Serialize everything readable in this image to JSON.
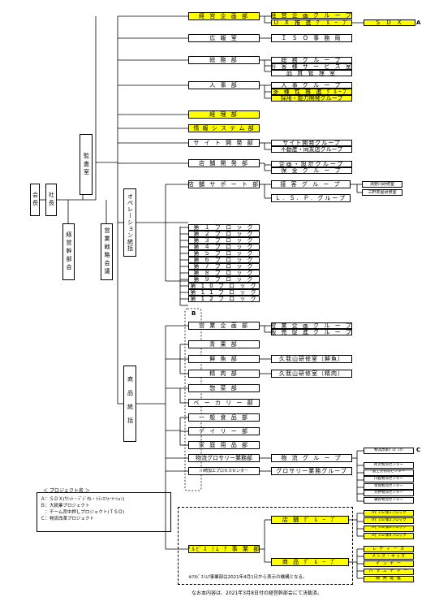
{
  "top": {
    "chairman": "会長",
    "president": "社長",
    "auditor": "監査室",
    "executive_board": "経営幹部会",
    "sales_strategy": "営業戦略会議"
  },
  "departments": {
    "keiei": "経 営 企 画 部",
    "koho": "広 報 室",
    "somu": "総 務 部",
    "jinji": "人 事 部",
    "keiri": "経 理 部",
    "joho": "情 報 シ ス テ ム 部",
    "site": "サ イ ト 開 発 部",
    "tenpo_kaihatsu": "店 舗 開 発 部"
  },
  "groups": {
    "keiei_plan": "経 営 企 画 グ ル ー プ",
    "dx": "Ｄ Ｘ 推 進 ｸﾞ ﾙ ｰ ﾌﾟ",
    "sdx": "Ｓ Ｄ Ｘ",
    "iso": "Ｉ Ｓ Ｏ 事 務 局",
    "somu_g": "総 務 グ ル ー プ",
    "okyaku": "お 客 様 サ ー ビ ス 室",
    "hinshitsu": "品 質 管 理 室",
    "jinji_g": "人 事 グ ル ー プ",
    "tayosei": "多 様 性 推 進 ｸﾞﾙｰﾌﾟ",
    "saiyo": "採用・能力開発グループ",
    "site_g": "サイト開発グループ",
    "fudosan": "不動産・同友店グループ",
    "kikaku_sekkei": "企画・設計グループ",
    "hozen": "保 全 グ ル ー プ"
  },
  "operation": {
    "head": "オペレーション統括",
    "support": "店 舗 サ ポ ー ト 部",
    "sekkyaku": "接 客 グ ル ー プ",
    "lsp": "Ｌ. Ｓ. Ｐ. グループ",
    "takino": "滝野川研修室",
    "sangenjaya": "三軒茶屋研修室",
    "blocks": [
      "第 １ ブ ロ ッ ク",
      "第 ２ ブ ロ ッ ク",
      "第 ３ ブ ロ ッ ク",
      "第 ４ ブ ロ ッ ク",
      "第 ５ ブ ロ ッ ク",
      "第 ６ ブ ロ ッ ク",
      "第 ７ ブ ロ ッ ク",
      "第 ８ ブ ロ ッ ク",
      "第 ９ ブ ロ ッ ク",
      "第 1 0 ブ ロ ッ ク",
      "第 1 1 ブ ロ ッ ク",
      "第 1 2 ブ ロ ッ ク"
    ]
  },
  "merch": {
    "head": "商品統括",
    "eigyo_kikaku": "営 業 企 画 部",
    "eigyo_plan_g": "営 業 企 画 グ ル ー プ",
    "hansoku_g": "販 売 促 進 グ ル ー プ",
    "seika": "青 果 部",
    "sengyo": "鮮 魚 部",
    "sengyo_lab": "久我山研修室（鮮魚）",
    "seiniku": "精 肉 部",
    "seiniku_lab": "久我山研修室（精肉）",
    "sozai": "惣 菜 部",
    "bakery": "ベ ー カ リ ー 部",
    "ippan": "一 般 食 品 部",
    "daily": "デ イ リ ー 部",
    "katei": "家 庭 用 品 部",
    "butsuryu_dept": "物流グロサリー業務部",
    "kawasaki": "川崎加工プロセスセンター",
    "butsuryu_g": "物 流 グ ル ー プ",
    "grocery_g": "グロサリー業務グループ",
    "kaikaku": "物流改革ﾌﾟﾛｼﾞｪｸﾄ",
    "centers": [
      "所沢物流センター",
      "富士見物流センター",
      "川越物流センター",
      "草加物流センター",
      "大井物流センター",
      "瀬谷物流センター"
    ],
    "albis": "ｱﾙﾋﾞｽ ﾐﾑ ｱ 事 業 部",
    "tenpo_g": "店 舗 ｸﾞ ﾙ ｰ ﾌﾟ",
    "shohin_g": "商 品 ｸﾞ ﾙ ｰ ﾌﾟ",
    "albis_blocks": [
      "ｱﾙﾋﾞｽﾐﾑｱ第1ブロック",
      "ｱﾙﾋﾞｽﾐﾑｱ第2ブロック",
      "ｱﾙﾋﾞｽﾐﾑｱ第3ブロック",
      "ｱﾙﾋﾞｽﾐﾑｱ第4ブロック"
    ],
    "albis_items": [
      "レ デ ィ ー ス",
      "メンズ・キッズ",
      "イ ン ナ ー",
      "バ ラ エ テ ィ ー",
      "販 売 促 進"
    ]
  },
  "tags": {
    "a": "A",
    "b": "B",
    "c": "C"
  },
  "legend": {
    "title": "＜ プロジェクト名 ＞",
    "lines": [
      "Ａ：ＳＤＸ(ｻﾐｯﾄ・ﾃﾞｼﾞﾀﾙ・ﾄﾗﾝｽﾌｫｰﾒｰｼｮﾝ)",
      "Ｂ：大統業プロジェクト",
      "　：チーム背中押しプロジェクト(ＴＳＯ)",
      "Ｃ：物流改革プロジェクト"
    ]
  },
  "notes": {
    "albis_note": "※ｱﾙﾋﾞｽﾐﾑｱ事業部は2021年4月1日から表示の機構となる。",
    "footer": "なお本内容は、2021年3月8日付の経営幹部会にて決裁済。"
  },
  "colors": {
    "highlight": "#ffff00",
    "line": "#000000"
  }
}
